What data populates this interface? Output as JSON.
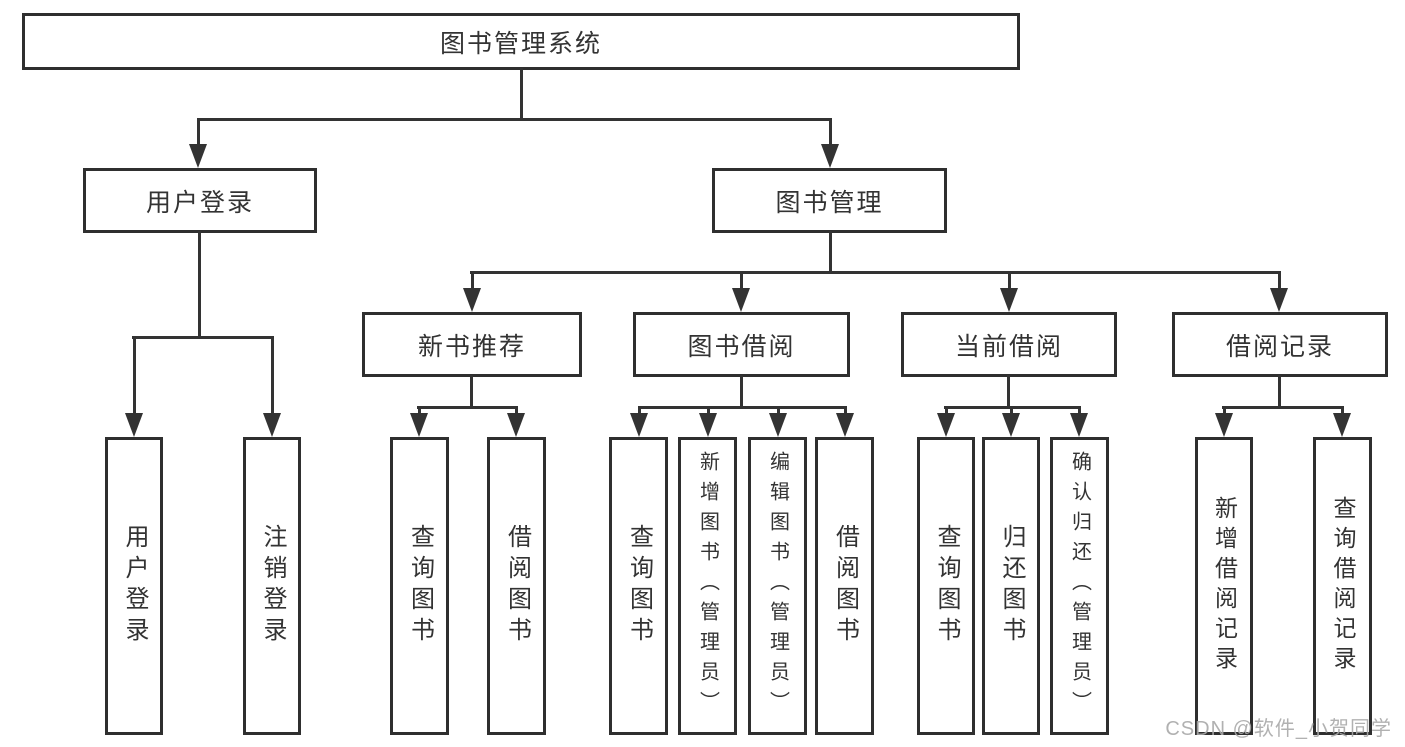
{
  "colors": {
    "line": "#333333",
    "border": "#2f2f2f",
    "text": "#333333",
    "background": "#ffffff",
    "watermark": "#a9a9a9"
  },
  "watermark": {
    "text": "CSDN @软件_小贺同学"
  },
  "diagram": {
    "root": {
      "label": "图书管理系统"
    },
    "level2": [
      {
        "label": "用户登录"
      },
      {
        "label": "图书管理"
      }
    ],
    "level3": [
      {
        "label": "新书推荐"
      },
      {
        "label": "图书借阅"
      },
      {
        "label": "当前借阅"
      },
      {
        "label": "借阅记录"
      }
    ],
    "leaves": {
      "user_login": [
        {
          "label": "用户登录"
        },
        {
          "label": "注销登录"
        }
      ],
      "new_book": [
        {
          "label": "查询图书"
        },
        {
          "label": "借阅图书"
        }
      ],
      "borrow": [
        {
          "label": "查询图书"
        },
        {
          "label": "新增图书（管理员）"
        },
        {
          "label": "编辑图书（管理员）"
        },
        {
          "label": "借阅图书"
        }
      ],
      "current": [
        {
          "label": "查询图书"
        },
        {
          "label": "归还图书"
        },
        {
          "label": "确认归还（管理员）"
        }
      ],
      "records": [
        {
          "label": "新增借阅记录"
        },
        {
          "label": "查询借阅记录"
        }
      ]
    }
  }
}
